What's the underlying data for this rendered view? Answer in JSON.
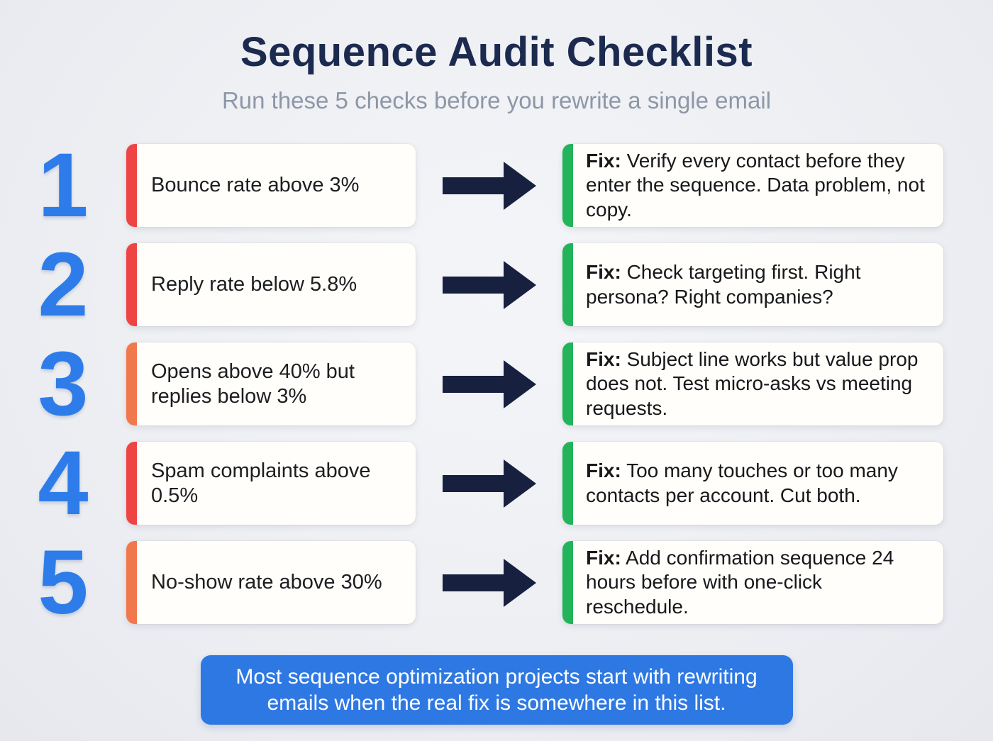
{
  "header": {
    "title": "Sequence Audit Checklist",
    "subtitle": "Run these 5 checks before you rewrite a single email"
  },
  "rows": [
    {
      "number": "1",
      "check": "Bounce rate above 3%",
      "fix_label": "Fix:",
      "fix_text": "Verify every contact before they enter the sequence. Data problem, not copy.",
      "accent_color": "#ee4444"
    },
    {
      "number": "2",
      "check": "Reply rate below 5.8%",
      "fix_label": "Fix:",
      "fix_text": "Check targeting first. Right persona? Right companies?",
      "accent_color": "#ee4444"
    },
    {
      "number": "3",
      "check": "Opens above 40% but replies below 3%",
      "fix_label": "Fix:",
      "fix_text": "Subject line works but value prop does not. Test micro-asks vs meeting requests.",
      "accent_color": "#f1784d"
    },
    {
      "number": "4",
      "check": "Spam complaints above 0.5%",
      "fix_label": "Fix:",
      "fix_text": "Too many touches or too many contacts per account. Cut both.",
      "accent_color": "#ee4444"
    },
    {
      "number": "5",
      "check": "No-show rate above 30%",
      "fix_label": "Fix:",
      "fix_text": "Add confirmation sequence 24 hours before with one-click reschedule.",
      "accent_color": "#f1784d"
    }
  ],
  "footer": {
    "text": "Most sequence optimization projects start with rewriting emails when the real fix is somewhere in this list."
  },
  "colors": {
    "number_blue": "#2e7ce9",
    "green_accent": "#23b45b",
    "arrow_navy": "#17213f",
    "banner_blue": "#2e78e3",
    "title_navy": "#1b2a4e",
    "subtitle_gray": "#8d97a7",
    "red_accent": "#ee4444",
    "orange_accent": "#f1784d"
  }
}
